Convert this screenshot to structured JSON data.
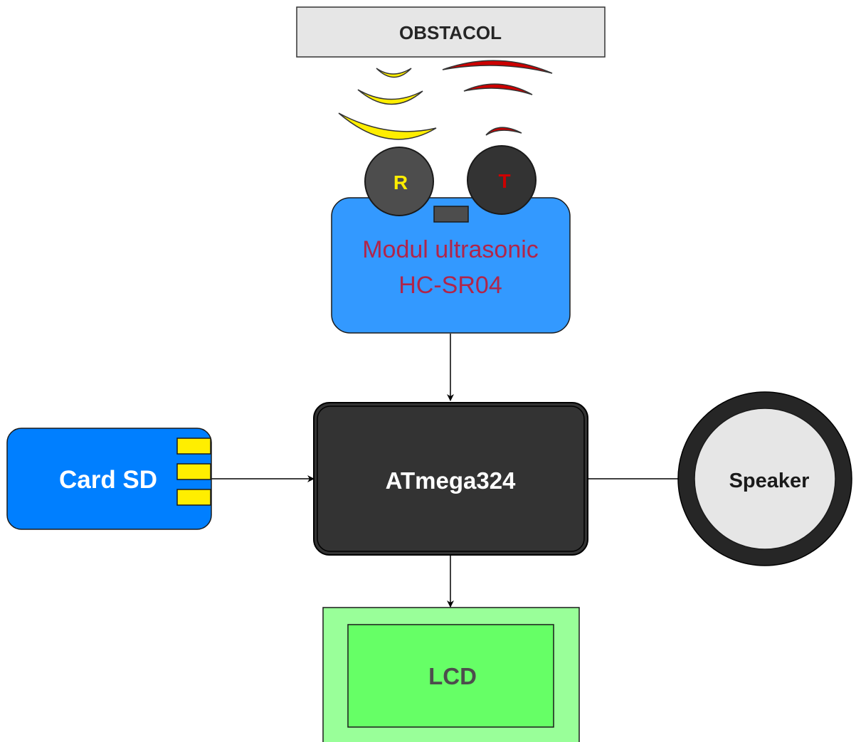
{
  "obstacle": {
    "label": "OBSTACOL"
  },
  "sensor": {
    "receiver_label": "R",
    "transmitter_label": "T",
    "title_line1": "Modul ultrasonic",
    "title_line2": "HC-SR04"
  },
  "mcu": {
    "label": "ATmega324"
  },
  "sd_card": {
    "label": "Card SD"
  },
  "speaker": {
    "label": "Speaker"
  },
  "lcd": {
    "label": "LCD"
  },
  "colors": {
    "sensor_board": "#3399ff",
    "sd_card": "#007fff",
    "sd_contacts": "#ffee00",
    "mcu": "#333333",
    "lcd_outer": "#99ff99",
    "lcd_inner": "#66ff66",
    "speaker_ring": "#262626",
    "speaker_cone": "#e6e6e6",
    "receive_waves": "#ffee00",
    "transmit_waves": "#cc0000",
    "sensor_text": "#b0254a"
  }
}
